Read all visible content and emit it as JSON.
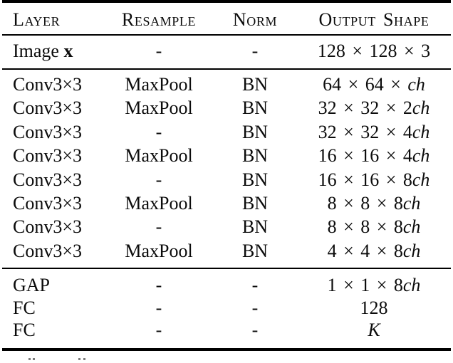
{
  "colors": {
    "text": "#0b0b0b",
    "rule": "#000000",
    "background": "#ffffff"
  },
  "table": {
    "columns": [
      "Layer",
      "Resample",
      "Norm",
      "Output Shape"
    ],
    "sections": [
      {
        "name": "input",
        "rows": [
          {
            "layer": [
              {
                "t": "Image "
              },
              {
                "t": "x",
                "b": true
              }
            ],
            "resample": "-",
            "norm": "-",
            "output": [
              {
                "t": "128 × 128 × 3"
              }
            ]
          }
        ]
      },
      {
        "name": "features",
        "rows": [
          {
            "layer": [
              {
                "t": "Conv3×3"
              }
            ],
            "resample": "MaxPool",
            "norm": "BN",
            "output": [
              {
                "t": "64 × 64 × "
              },
              {
                "t": "ch",
                "i": true
              }
            ]
          },
          {
            "layer": [
              {
                "t": "Conv3×3"
              }
            ],
            "resample": "MaxPool",
            "norm": "BN",
            "output": [
              {
                "t": "32 × 32 × 2"
              },
              {
                "t": "ch",
                "i": true
              }
            ]
          },
          {
            "layer": [
              {
                "t": "Conv3×3"
              }
            ],
            "resample": "-",
            "norm": "BN",
            "output": [
              {
                "t": "32 × 32 × 4"
              },
              {
                "t": "ch",
                "i": true
              }
            ]
          },
          {
            "layer": [
              {
                "t": "Conv3×3"
              }
            ],
            "resample": "MaxPool",
            "norm": "BN",
            "output": [
              {
                "t": "16 × 16 × 4"
              },
              {
                "t": "ch",
                "i": true
              }
            ]
          },
          {
            "layer": [
              {
                "t": "Conv3×3"
              }
            ],
            "resample": "-",
            "norm": "BN",
            "output": [
              {
                "t": "16 × 16 × 8"
              },
              {
                "t": "ch",
                "i": true
              }
            ]
          },
          {
            "layer": [
              {
                "t": "Conv3×3"
              }
            ],
            "resample": "MaxPool",
            "norm": "BN",
            "output": [
              {
                "t": "8 × 8 × 8"
              },
              {
                "t": "ch",
                "i": true
              }
            ]
          },
          {
            "layer": [
              {
                "t": "Conv3×3"
              }
            ],
            "resample": "-",
            "norm": "BN",
            "output": [
              {
                "t": "8 × 8 × 8"
              },
              {
                "t": "ch",
                "i": true
              }
            ]
          },
          {
            "layer": [
              {
                "t": "Conv3×3"
              }
            ],
            "resample": "MaxPool",
            "norm": "BN",
            "output": [
              {
                "t": "4 × 4 × 8"
              },
              {
                "t": "ch",
                "i": true
              }
            ]
          }
        ]
      },
      {
        "name": "head",
        "rows": [
          {
            "layer": [
              {
                "t": "GAP"
              }
            ],
            "resample": "-",
            "norm": "-",
            "output": [
              {
                "t": "1 × 1 × 8"
              },
              {
                "t": "ch",
                "i": true
              }
            ]
          },
          {
            "layer": [
              {
                "t": "FC"
              }
            ],
            "resample": "-",
            "norm": "-",
            "output": [
              {
                "t": "128"
              }
            ]
          },
          {
            "layer": [
              {
                "t": "FC"
              }
            ],
            "resample": "-",
            "norm": "-",
            "output": [
              {
                "t": "K",
                "i": true
              }
            ]
          }
        ]
      }
    ]
  }
}
